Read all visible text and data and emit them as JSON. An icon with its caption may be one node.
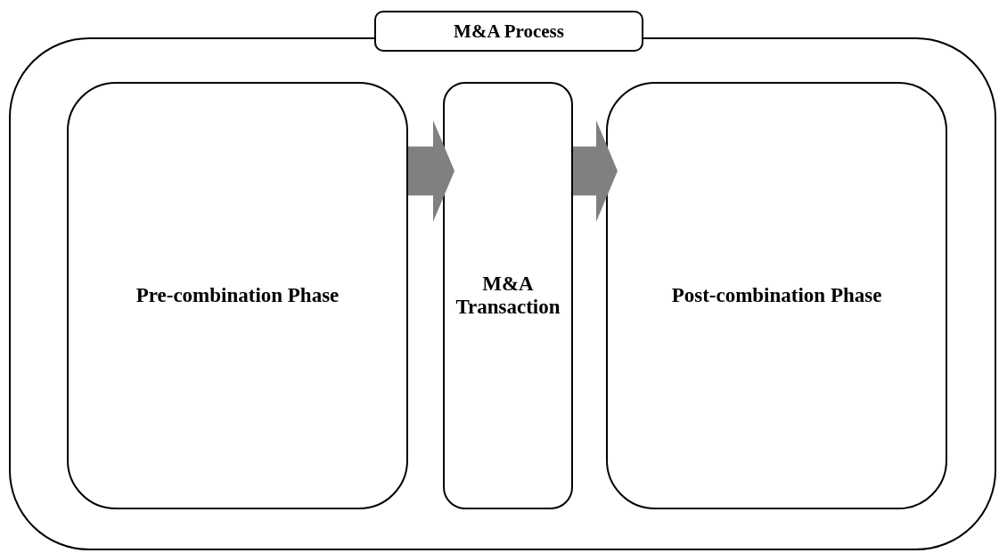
{
  "diagram": {
    "nodes": [
      {
        "text": [
          "M&A Process"
        ]
      },
      {
        "text": [
          "Pre-combination Phase"
        ],
        "in": 0
      },
      {
        "text": [
          "M&A Transaction"
        ],
        "in": 0
      },
      {
        "text": [
          "Post-combination Phase"
        ],
        "in": 0
      }
    ],
    "edges": [
      {
        "from": 1,
        "to": 2,
        "arrow": "to"
      },
      {
        "from": 2,
        "to": 3,
        "arrow": "to"
      }
    ]
  }
}
